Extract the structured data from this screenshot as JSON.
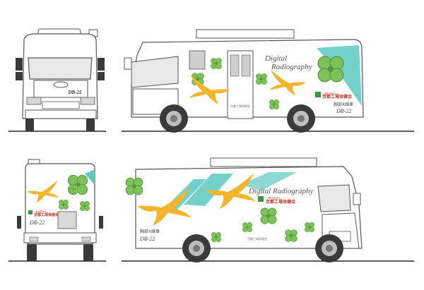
{
  "labels": {
    "digital": "Digital",
    "radiography": "Radiography",
    "digital_radiography": "Digital Radiography",
    "plate": "DB-22",
    "unit_no": "DB-22",
    "car_name": "胸部X線車",
    "org_small": "一般社団法人",
    "org_name": "京都工場保健会",
    "door_small": "京都工場保健会"
  },
  "colors": {
    "body": "#ffffff",
    "outline": "#555555",
    "window": "#e8e8e8",
    "tire": "#3a3a3a",
    "ground": "#222222",
    "teal": "#5cc9c0",
    "swallow": "#f2b52c",
    "clover": "#7ec15a",
    "clover_dark": "#4f9a3a",
    "org_red": "#c0392b",
    "org_green": "#3a9a3a"
  },
  "icons": {
    "clover": "four-leaf-clover-icon",
    "swallow": "swallow-bird-icon",
    "logo": "organization-logo-icon"
  }
}
